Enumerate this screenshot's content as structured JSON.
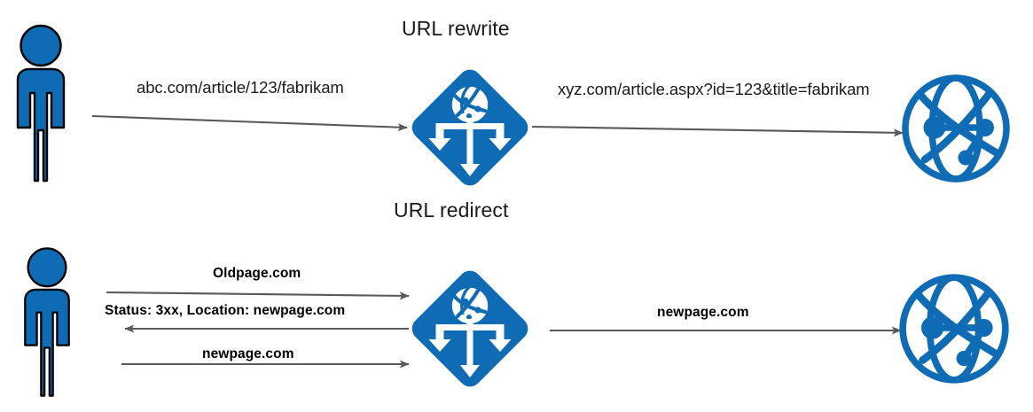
{
  "diagram": {
    "title_rewrite": "URL rewrite",
    "title_redirect": "URL redirect",
    "colors": {
      "azure_blue": "#0F6CB4",
      "arrow_gray": "#595959",
      "outline_black": "#000000",
      "text_black": "#1a1a1a",
      "background": "#ffffff"
    },
    "sections": [
      {
        "id": "url-rewrite",
        "title": "URL rewrite",
        "nodes": [
          {
            "id": "client-top",
            "icon": "person-icon",
            "label": ""
          },
          {
            "id": "gateway-top",
            "icon": "application-gateway-icon",
            "label": ""
          },
          {
            "id": "web-top",
            "icon": "globe-network-icon",
            "label": ""
          }
        ],
        "flows": [
          {
            "id": "rewrite-request-in",
            "label": "abc.com/article/123/fabrikam",
            "direction": "right",
            "bold": false
          },
          {
            "id": "rewrite-request-out",
            "label": "xyz.com/article.aspx?id=123&title=fabrikam",
            "direction": "right",
            "bold": false
          }
        ]
      },
      {
        "id": "url-redirect",
        "title": "URL redirect",
        "nodes": [
          {
            "id": "client-bottom",
            "icon": "person-icon",
            "label": ""
          },
          {
            "id": "gateway-bottom",
            "icon": "application-gateway-icon",
            "label": ""
          },
          {
            "id": "web-bottom",
            "icon": "globe-network-icon",
            "label": ""
          }
        ],
        "flows": [
          {
            "id": "redirect-oldpage",
            "label": "Oldpage.com",
            "direction": "right",
            "bold": true
          },
          {
            "id": "redirect-status",
            "label": "Status: 3xx, Location: newpage.com",
            "direction": "left",
            "bold": true
          },
          {
            "id": "redirect-newpage-client",
            "label": "newpage.com",
            "direction": "right",
            "bold": true
          },
          {
            "id": "redirect-newpage-backend",
            "label": "newpage.com",
            "direction": "right",
            "bold": true
          }
        ]
      }
    ]
  }
}
